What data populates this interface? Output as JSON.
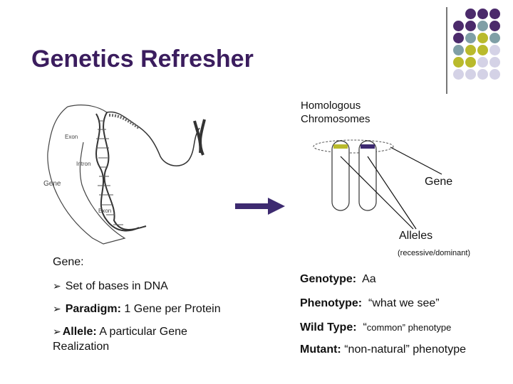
{
  "slide": {
    "title": "Genetics Refresher",
    "colors": {
      "title": "#3b1d5e",
      "purple": "#4b2a6b",
      "teal": "#7f9fa6",
      "olive": "#b9ba2c",
      "lavender": "#d4d2e6"
    }
  },
  "illustration": {
    "labels": {
      "exon_top": "Exon",
      "intron": "Intron",
      "gene": "Gene",
      "exon_bottom": "Exon"
    }
  },
  "diagram": {
    "homologous_label": "Homologous\nChromosomes",
    "gene_label": "Gene",
    "alleles_label": "Alleles",
    "recessive_label": "(recessive/dominant)"
  },
  "left": {
    "heading": "Gene:",
    "bullet1": "Set of bases in DNA",
    "bullet2_term": "Paradigm:",
    "bullet2_rest": " 1 Gene per Protein",
    "bullet3_term": "Allele:",
    "bullet3_rest": " A particular Gene",
    "bullet3_cont": "Realization"
  },
  "right": {
    "genotype_term": "Genotype:",
    "genotype_val": "  Aa",
    "phenotype_term": "Phenotype:",
    "phenotype_val": "  “what we see”",
    "wildtype_term": "Wild Type:",
    "wildtype_val_a": "  “",
    "wildtype_val_b": "common",
    "wildtype_val_c": "” phenotype",
    "mutant_term": "Mutant:",
    "mutant_val": " “non-natural” phenotype"
  }
}
